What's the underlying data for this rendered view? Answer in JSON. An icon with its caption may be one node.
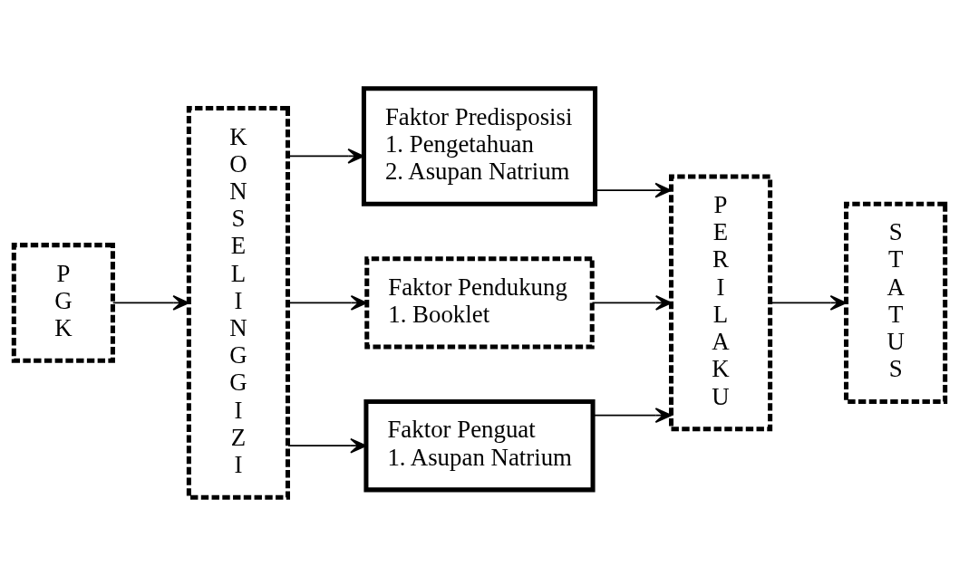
{
  "diagram": {
    "nodes": [
      {
        "text": [
          "P G K"
        ]
      },
      {
        "text": [
          "K O N S E L I N G G I Z I"
        ]
      },
      {
        "text": [
          "Faktor Predisposisi",
          "1. Pengetahuan",
          "2. Asupan Natrium"
        ]
      },
      {
        "text": [
          "Faktor Pendukung",
          "1. Booklet"
        ]
      },
      {
        "text": [
          "Faktor Penguat",
          "1. Asupan Natrium"
        ]
      },
      {
        "text": [
          "P E R I L A K U"
        ]
      },
      {
        "text": [
          "S T A T U S"
        ]
      }
    ],
    "edges": [
      {
        "from": 0,
        "to": 1,
        "arrow": "to"
      },
      {
        "from": 1,
        "to": 2,
        "arrow": "to"
      },
      {
        "from": 1,
        "to": 3,
        "arrow": "to"
      },
      {
        "from": 1,
        "to": 4,
        "arrow": "to"
      },
      {
        "from": 2,
        "to": 5,
        "arrow": "to"
      },
      {
        "from": 3,
        "to": 5,
        "arrow": "to"
      },
      {
        "from": 4,
        "to": 5,
        "arrow": "to"
      },
      {
        "from": 5,
        "to": 6,
        "arrow": "to"
      }
    ]
  }
}
